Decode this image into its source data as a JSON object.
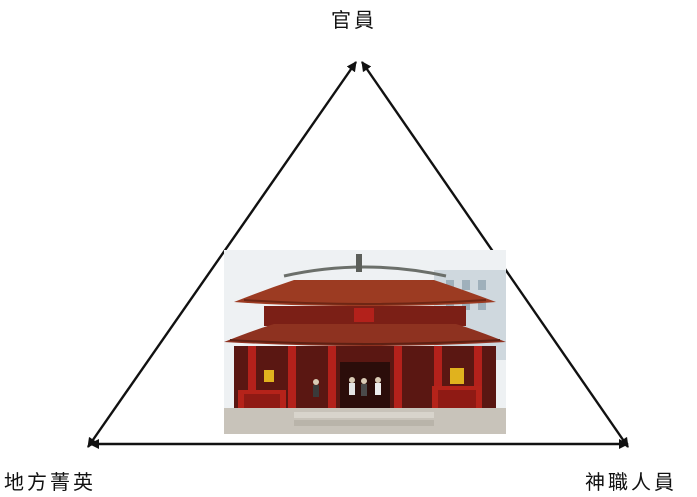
{
  "diagram": {
    "type": "triangle-relationship",
    "nodes": {
      "top": "官員",
      "left": "地方菁英",
      "right": "神職人員"
    },
    "edges": [
      {
        "from": "top",
        "to": "left",
        "arrows": "both"
      },
      {
        "from": "top",
        "to": "right",
        "arrows": "both"
      },
      {
        "from": "left",
        "to": "right",
        "arrows": "both"
      }
    ]
  },
  "center_image": {
    "icon": "temple-photo",
    "colors": {
      "roof": "#9c3b22",
      "pillars": "#b3211b",
      "sky": "#e9eef2"
    }
  }
}
